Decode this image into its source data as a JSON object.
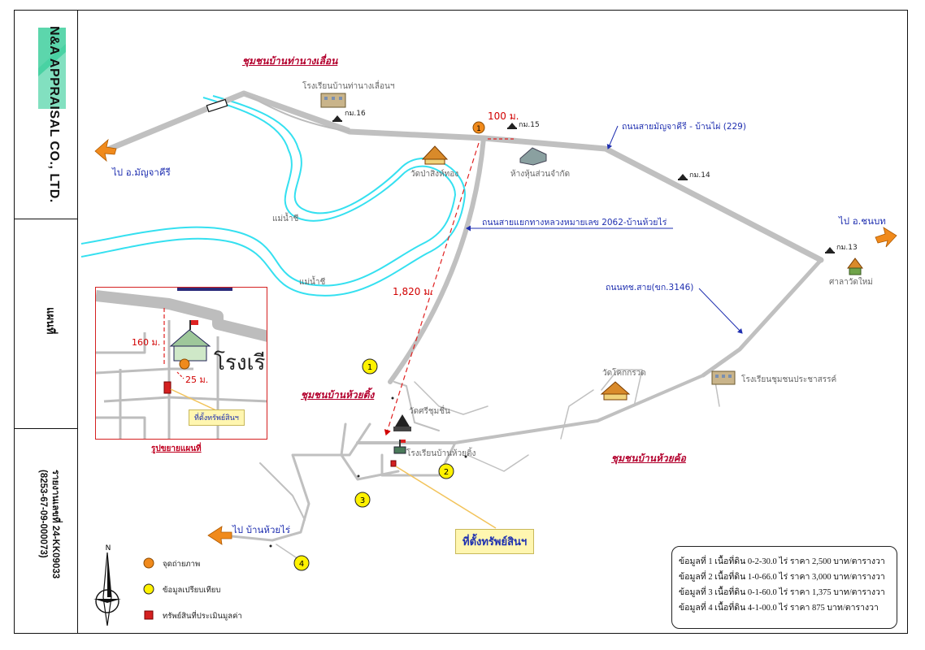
{
  "sidebar": {
    "company": "N&A APPRAISAL CO., LTD.",
    "logo_text": "N&A",
    "section": "แผนที่",
    "report_no": "รายงานเลขที่ 24-KK09033",
    "report_code": "(8253-67-09-000073)"
  },
  "communities": {
    "north": "ชุมชนบ้านท่านางเลื่อน",
    "center": "ชุมชนบ้านห้วยติ้ง",
    "east": "ชุมชนบ้านห้วยค้อ"
  },
  "roads": {
    "hwy229": "ถนนสายมัญจาคีรี - บ้านไผ่ (229)",
    "branch": "ถนนสายแยกทางหลวงหมายเลข 2062-บ้านห้วยไร่",
    "rural": "ถนนทช.สาย(ขก.3146)"
  },
  "directions": {
    "west": "ไป อ.มัญจาคีรี",
    "east": "ไป อ.ชนบท",
    "southwest": "ไป บ้านห้วยไร่"
  },
  "places": {
    "school_north": "โรงเรียนบ้านท่านางเลื่อนฯ",
    "temple_sing": "วัดป่าสิงห์ทอง",
    "store": "ห้างหุ้นส่วนจำกัด",
    "temple_center": "วัดศรีชุมชื่น",
    "school_center": "โรงเรียนบ้านห้วยติ้ง",
    "temple_east": "วัดโคกกรวด",
    "school_east": "โรงเรียนชุมชนประชาสรรค์",
    "sala": "ศาลาวัดใหม่",
    "river1": "แม่น้ำชี",
    "river2": "แม่น้ำชี"
  },
  "km_markers": [
    "กม.16",
    "กม.15",
    "กม.14",
    "กม.13"
  ],
  "distances": {
    "d100": "100 ม.",
    "d1820": "1,820 ม.",
    "d160": "160 ม.",
    "d25": "25 ม."
  },
  "inset": {
    "school_label": "โรงเรียน",
    "property_label": "ที่ตั้งทรัพย์สินฯ",
    "caption": "รูปขยายแผนที่"
  },
  "property_label": "ที่ตั้งทรัพย์สินฯ",
  "photo_points": [
    "1"
  ],
  "comparables": [
    {
      "id": "1",
      "text": "ข้อมูลที่ 1 เนื้อที่ดิน 0-2-30.0 ไร่ ราคา 2,500 บาท/ตารางวา"
    },
    {
      "id": "2",
      "text": "ข้อมูลที่ 2 เนื้อที่ดิน 1-0-66.0 ไร่ ราคา 3,000 บาท/ตารางวา"
    },
    {
      "id": "3",
      "text": "ข้อมูลที่ 3 เนื้อที่ดิน 0-1-60.0 ไร่ ราคา 1,375 บาท/ตารางวา"
    },
    {
      "id": "4",
      "text": "ข้อมูลที่ 4 เนื้อที่ดิน 4-1-00.0 ไร่ ราคา   875 บาท/ตารางวา"
    }
  ],
  "legend": {
    "north": "N",
    "photo": "จุดถ่ายภาพ",
    "comparable": "ข้อมูลเปรียบเทียบ",
    "property": "ทรัพย์สินที่ประเมินมูลค่า"
  },
  "colors": {
    "road": "#bdbdbd",
    "river": "#35e0f0",
    "community": "#b3002d",
    "road_label": "#1f2fb0",
    "arrow": "#f08a1c",
    "comparable": "#fff200",
    "property": "#d42020"
  }
}
